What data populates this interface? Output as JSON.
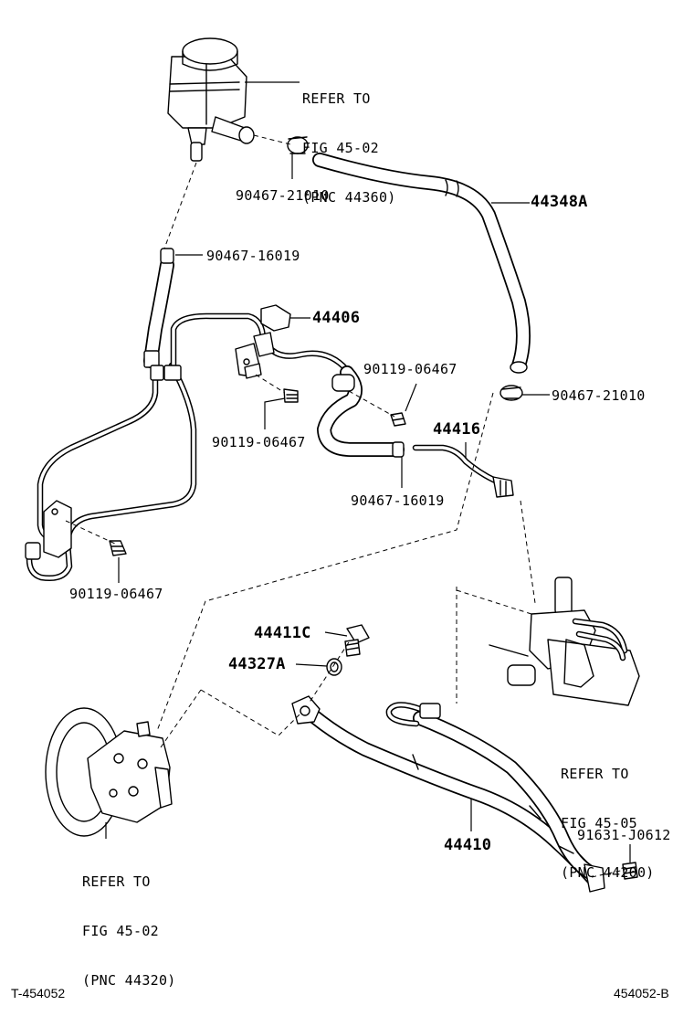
{
  "diagram": {
    "refs": {
      "reservoir": [
        "REFER TO",
        "FIG 45-02",
        "(PNC 44360)"
      ],
      "gear": [
        "REFER TO",
        "FIG 45-05",
        "(PNC 44200)"
      ],
      "pump": [
        "REFER TO",
        "FIG 45-02",
        "(PNC 44320)"
      ]
    },
    "parts": {
      "clip_top": "90467-21010",
      "hose_return": "44348A",
      "clip_left": "90467-16019",
      "tube_44406": "44406",
      "bolt_mid_right": "90119-06467",
      "clip_right": "90467-21010",
      "bolt_mid_left": "90119-06467",
      "tube_44416": "44416",
      "clip_mid": "90467-16019",
      "bolt_lower_left": "90119-06467",
      "union_bolt": "44411C",
      "gasket": "44327A",
      "pressure_hose": "44410",
      "bolt_bottom": "91631-J0612"
    },
    "footer": {
      "left": "T-454052",
      "right": "454052-B"
    }
  }
}
